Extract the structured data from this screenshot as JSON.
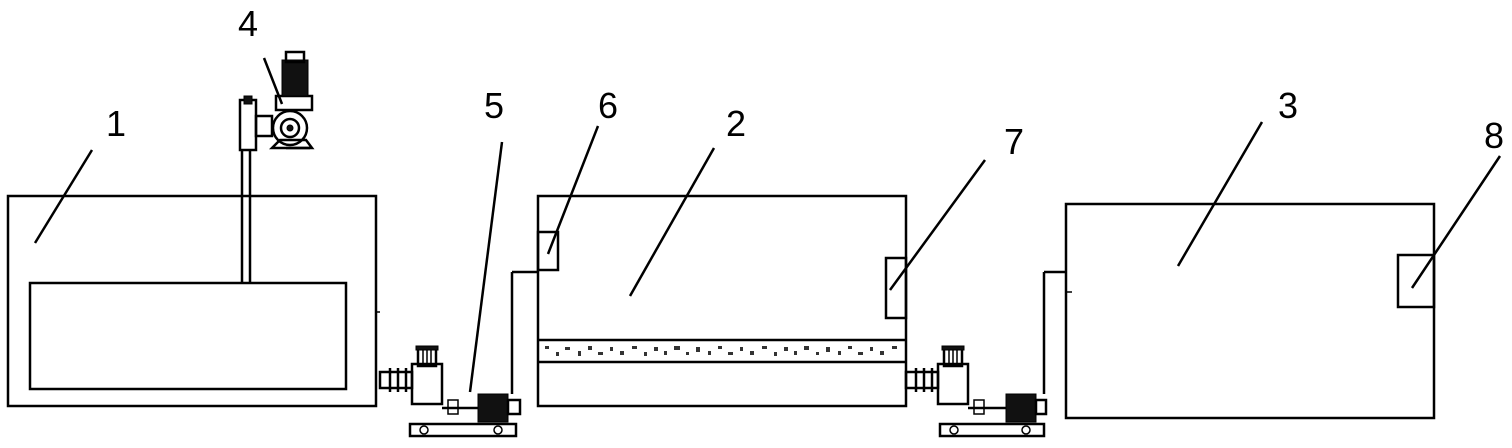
{
  "labels": {
    "tank_first": "1",
    "tank_second": "2",
    "tank_third": "3",
    "mixer": "4",
    "pump": "5",
    "inlet_box": "6",
    "outlet_box": "7",
    "outlet_box_third": "8"
  },
  "colors": {
    "stroke": "#000000",
    "background": "#ffffff",
    "media_band": "#9a9a9a"
  },
  "icons": [
    "mixer-motor-icon",
    "pump-icon",
    "flange-icon"
  ]
}
